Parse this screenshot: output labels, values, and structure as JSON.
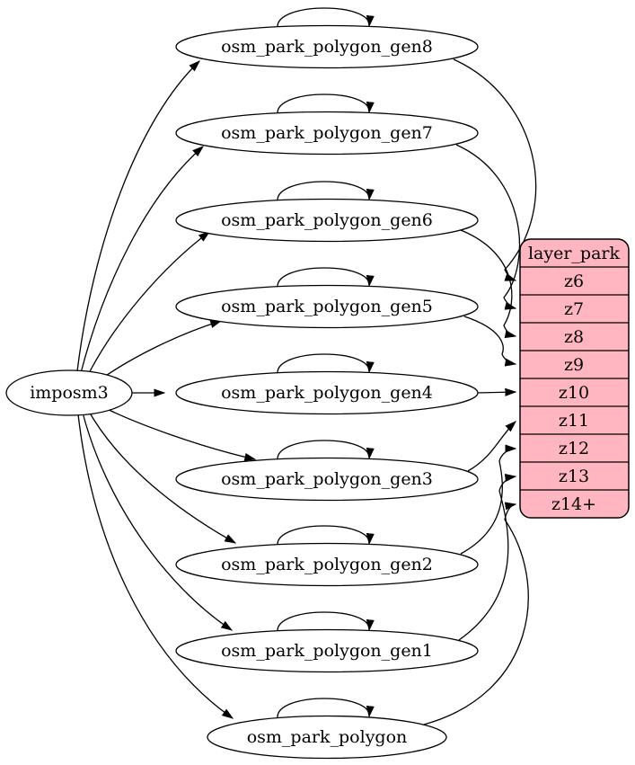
{
  "graph": {
    "source": {
      "label": "imposm3"
    },
    "tables": [
      {
        "label": "osm_park_polygon_gen8",
        "maps_to": "z6"
      },
      {
        "label": "osm_park_polygon_gen7",
        "maps_to": "z7"
      },
      {
        "label": "osm_park_polygon_gen6",
        "maps_to": "z8"
      },
      {
        "label": "osm_park_polygon_gen5",
        "maps_to": "z9"
      },
      {
        "label": "osm_park_polygon_gen4",
        "maps_to": "z10"
      },
      {
        "label": "osm_park_polygon_gen3",
        "maps_to": "z11"
      },
      {
        "label": "osm_park_polygon_gen2",
        "maps_to": "z12"
      },
      {
        "label": "osm_park_polygon_gen1",
        "maps_to": "z13"
      },
      {
        "label": "osm_park_polygon",
        "maps_to": "z14+"
      }
    ],
    "layer": {
      "title": "layer_park",
      "rows": [
        "z6",
        "z7",
        "z8",
        "z9",
        "z10",
        "z11",
        "z12",
        "z13",
        "z14+"
      ]
    },
    "colors": {
      "layer_fill": "#ffb6c1",
      "node_fill": "#ffffff",
      "stroke": "#000000",
      "background": "#ffffff"
    }
  }
}
